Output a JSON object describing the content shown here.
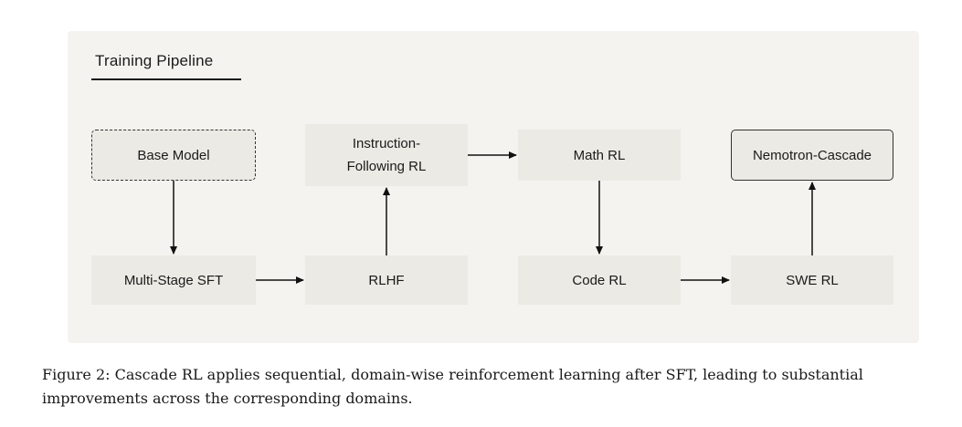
{
  "diagram": {
    "title": "Training Pipeline",
    "nodes": {
      "base_model": "Base Model",
      "multi_stage_sft": "Multi-Stage SFT",
      "rlhf": "RLHF",
      "instruction_following_rl": "Instruction-Following RL",
      "math_rl": "Math RL",
      "code_rl": "Code RL",
      "swe_rl": "SWE RL",
      "nemotron_cascade": "Nemotron-Cascade"
    },
    "edges": [
      {
        "from": "Base Model",
        "to": "Multi-Stage SFT"
      },
      {
        "from": "Multi-Stage SFT",
        "to": "RLHF"
      },
      {
        "from": "RLHF",
        "to": "Instruction-Following RL"
      },
      {
        "from": "Instruction-Following RL",
        "to": "Math RL"
      },
      {
        "from": "Math RL",
        "to": "Code RL"
      },
      {
        "from": "Code RL",
        "to": "SWE RL"
      },
      {
        "from": "SWE RL",
        "to": "Nemotron-Cascade"
      }
    ]
  },
  "caption": "Figure 2: Cascade RL applies sequential, domain-wise reinforcement learning after SFT, leading to substantial improvements across the corresponding domains."
}
